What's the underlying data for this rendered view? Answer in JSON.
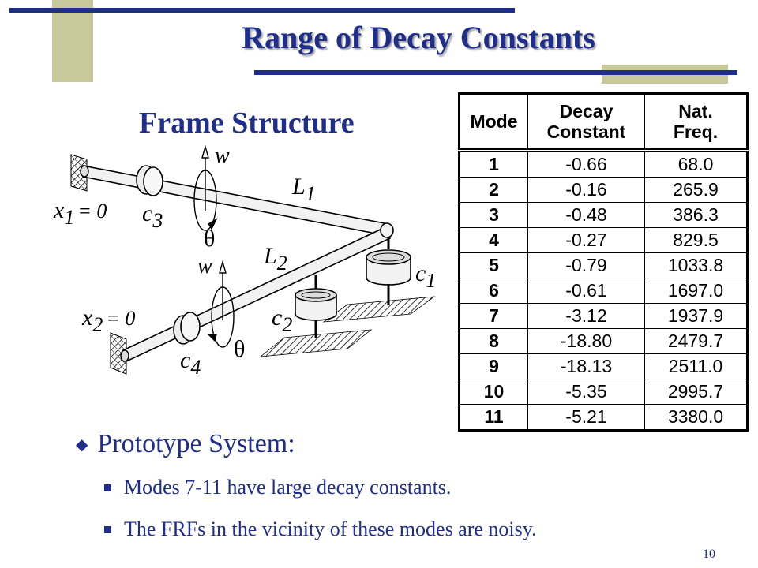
{
  "title": "Range of Decay Constants",
  "frame_title": "Frame Structure",
  "diagram_labels": {
    "x1": "x",
    "x1_sub": "1",
    "x1_eq": "= 0",
    "x2": "x",
    "x2_sub": "2",
    "x2_eq": "= 0",
    "c1": "c",
    "c1_sub": "1",
    "c2": "c",
    "c2_sub": "2",
    "c3": "c",
    "c3_sub": "3",
    "c4": "c",
    "c4_sub": "4",
    "L1": "L",
    "L1_sub": "1",
    "L2": "L",
    "L2_sub": "2",
    "w_top": "w",
    "w_bottom": "w",
    "theta_top": "θ",
    "theta_bottom": "θ"
  },
  "table": {
    "headers": {
      "mode": "Mode",
      "decay_line1": "Decay",
      "decay_line2": "Constant",
      "freq_line1": "Nat.",
      "freq_line2": "Freq."
    },
    "rows": [
      {
        "mode": "1",
        "decay": "-0.66",
        "freq": "68.0"
      },
      {
        "mode": "2",
        "decay": "-0.16",
        "freq": "265.9"
      },
      {
        "mode": "3",
        "decay": "-0.48",
        "freq": "386.3"
      },
      {
        "mode": "4",
        "decay": "-0.27",
        "freq": "829.5"
      },
      {
        "mode": "5",
        "decay": "-0.79",
        "freq": "1033.8"
      },
      {
        "mode": "6",
        "decay": "-0.61",
        "freq": "1697.0"
      },
      {
        "mode": "7",
        "decay": "-3.12",
        "freq": "1937.9"
      },
      {
        "mode": "8",
        "decay": "-18.80",
        "freq": "2479.7"
      },
      {
        "mode": "9",
        "decay": "-18.13",
        "freq": "2511.0"
      },
      {
        "mode": "10",
        "decay": "-5.35",
        "freq": "2995.7"
      },
      {
        "mode": "11",
        "decay": "-5.21",
        "freq": "3380.0"
      }
    ]
  },
  "bullets": {
    "main": "Prototype System:",
    "sub": [
      "Modes 7-11 have large decay constants.",
      "The FRFs in the vicinity of these modes are noisy."
    ]
  },
  "page_number": "10",
  "colors": {
    "title_blue": "#1f2e8a",
    "olive_accent": "#c9c89a"
  }
}
